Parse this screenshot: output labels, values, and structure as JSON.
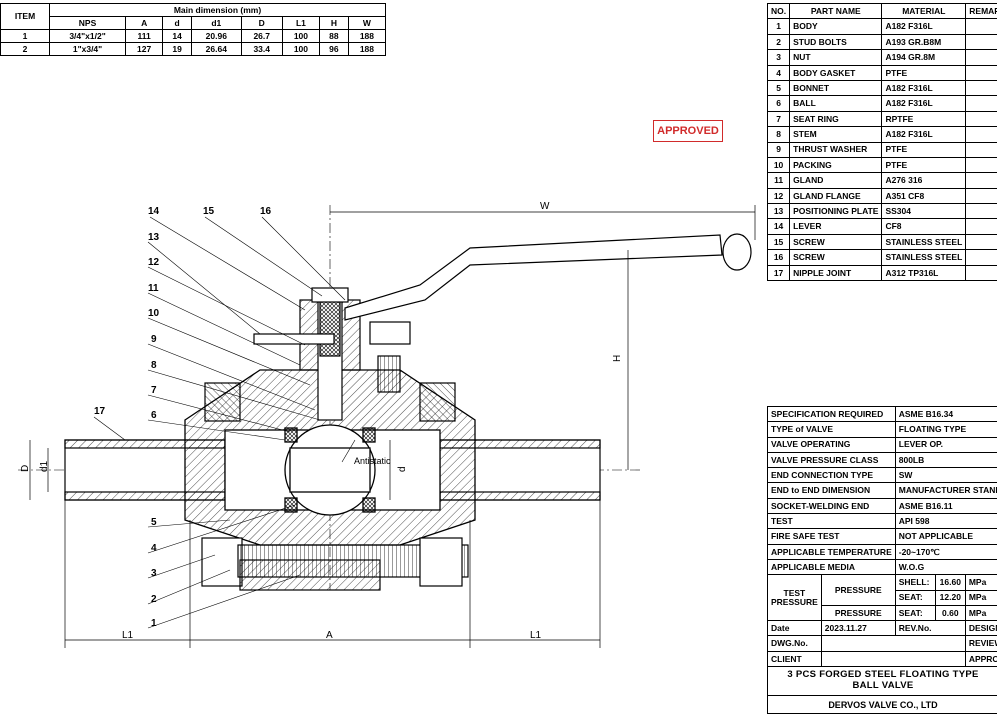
{
  "dimension_table": {
    "item_header": "ITEM",
    "group_header": "Main dimension (mm)",
    "columns": [
      "NPS",
      "A",
      "d",
      "d1",
      "D",
      "L1",
      "H",
      "W"
    ],
    "rows": [
      {
        "item": "1",
        "values": [
          "3/4\"x1/2\"",
          "111",
          "14",
          "20.96",
          "26.7",
          "100",
          "88",
          "188"
        ]
      },
      {
        "item": "2",
        "values": [
          "1\"x3/4\"",
          "127",
          "19",
          "26.64",
          "33.4",
          "100",
          "96",
          "188"
        ]
      }
    ]
  },
  "parts_table": {
    "headers": {
      "no": "NO.",
      "name": "PART NAME",
      "material": "MATERIAL",
      "remarks": "REMARKS"
    },
    "rows": [
      {
        "no": "1",
        "name": "BODY",
        "material": "A182 F316L",
        "remarks": ""
      },
      {
        "no": "2",
        "name": "STUD BOLTS",
        "material": "A193 GR.B8M",
        "remarks": ""
      },
      {
        "no": "3",
        "name": "NUT",
        "material": "A194 GR.8M",
        "remarks": ""
      },
      {
        "no": "4",
        "name": "BODY GASKET",
        "material": "PTFE",
        "remarks": ""
      },
      {
        "no": "5",
        "name": "BONNET",
        "material": "A182 F316L",
        "remarks": ""
      },
      {
        "no": "6",
        "name": "BALL",
        "material": "A182 F316L",
        "remarks": ""
      },
      {
        "no": "7",
        "name": "SEAT RING",
        "material": "RPTFE",
        "remarks": ""
      },
      {
        "no": "8",
        "name": "STEM",
        "material": "A182 F316L",
        "remarks": ""
      },
      {
        "no": "9",
        "name": "THRUST WASHER",
        "material": "PTFE",
        "remarks": ""
      },
      {
        "no": "10",
        "name": "PACKING",
        "material": "PTFE",
        "remarks": ""
      },
      {
        "no": "11",
        "name": "GLAND",
        "material": "A276 316",
        "remarks": ""
      },
      {
        "no": "12",
        "name": "GLAND FLANGE",
        "material": "A351 CF8",
        "remarks": ""
      },
      {
        "no": "13",
        "name": "POSITIONING PLATE",
        "material": "SS304",
        "remarks": ""
      },
      {
        "no": "14",
        "name": "LEVER",
        "material": "CF8",
        "remarks": ""
      },
      {
        "no": "15",
        "name": "SCREW",
        "material": "STAINLESS STEEL",
        "remarks": ""
      },
      {
        "no": "16",
        "name": "SCREW",
        "material": "STAINLESS STEEL",
        "remarks": ""
      },
      {
        "no": "17",
        "name": "NIPPLE JOINT",
        "material": "A312 TP316L",
        "remarks": ""
      }
    ]
  },
  "stamp": {
    "text": "APPROVED",
    "color": "#d12b2b"
  },
  "spec_table": {
    "rows": [
      {
        "label": "SPECIFICATION REQUIRED",
        "value": "ASME B16.34"
      },
      {
        "label": "TYPE of VALVE",
        "value": "FLOATING TYPE"
      },
      {
        "label": "VALVE OPERATING",
        "value": "LEVER OP."
      },
      {
        "label": "VALVE PRESSURE CLASS",
        "value": "800LB"
      },
      {
        "label": "END CONNECTION TYPE",
        "value": "SW"
      },
      {
        "label": "END to END DIMENSION",
        "value": "MANUFACTURER STANDARD"
      },
      {
        "label": "SOCKET-WELDING END",
        "value": "ASME B16.11"
      },
      {
        "label": "TEST",
        "value": "API 598"
      },
      {
        "label": "FIRE SAFE TEST",
        "value": "NOT APPLICABLE"
      },
      {
        "label": "APPLICABLE TEMPERATURE",
        "value": "-20~170℃"
      },
      {
        "label": "APPLICABLE MEDIA",
        "value": "W.O.G"
      }
    ],
    "test_pressure": {
      "label": "TEST PRESSURE",
      "pressure_label": "PRESSURE",
      "rows": [
        {
          "kind": "SHELL:",
          "value": "16.60",
          "unit": "MPa"
        },
        {
          "kind": "SEAT:",
          "value": "12.20",
          "unit": "MPa"
        },
        {
          "kind": "SEAT:",
          "value": "0.60",
          "unit": "MPa"
        }
      ]
    },
    "date_label": "Date",
    "date_value": "2023.11.27",
    "rev_label": "REV.No.",
    "designed": "DESIGNED",
    "dwg_label": "DWG.No.",
    "reviewed": "REVIEWED",
    "client_label": "CLIENT",
    "approved": "APPROVED"
  },
  "title_block": {
    "line1": "3 PCS FORGED STEEL FLOATING TYPE",
    "line2": "BALL VALVE",
    "company": "DERVOS VALVE CO., LTD"
  },
  "drawing": {
    "dimension_labels": {
      "W": "W",
      "H": "H",
      "D": "D",
      "d1": "d1",
      "d": "d",
      "A": "A",
      "L1_left": "L1",
      "L1_right": "L1"
    },
    "annotation": "Antistatic",
    "balloons": [
      "14",
      "15",
      "16",
      "13",
      "12",
      "11",
      "10",
      "9",
      "8",
      "7",
      "6",
      "17",
      "5",
      "4",
      "3",
      "2",
      "1"
    ]
  },
  "colors": {
    "line": "#000000",
    "stamp": "#d12b2b"
  }
}
